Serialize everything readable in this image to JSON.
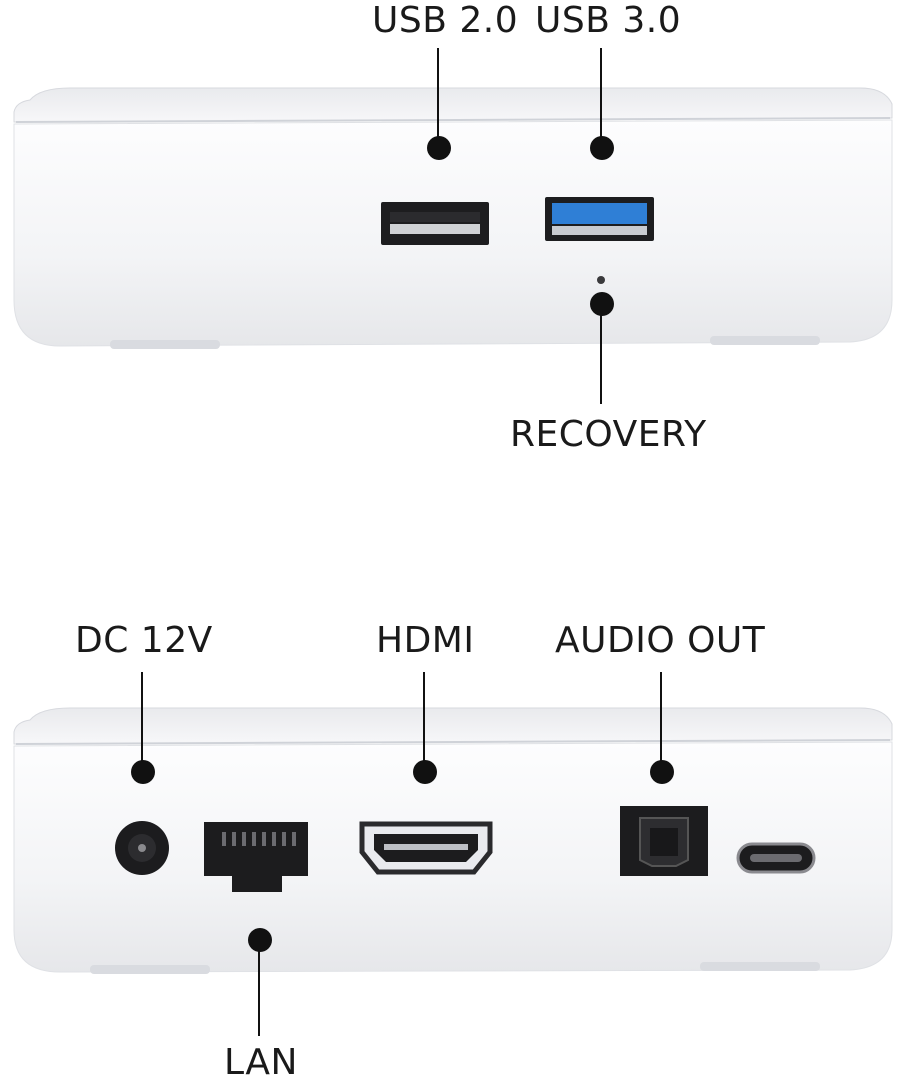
{
  "front_view": {
    "labels": {
      "usb2": "USB 2.0",
      "usb3": "USB 3.0",
      "recovery": "RECOVERY"
    }
  },
  "back_view": {
    "labels": {
      "dc": "DC 12V",
      "hdmi": "HDMI",
      "audio": "AUDIO OUT",
      "lan": "LAN"
    }
  },
  "colors": {
    "device_body": "#f4f5f7",
    "usb3_port": "#2f7fd6",
    "port_black": "#1a1a1a",
    "callout": "#111111"
  }
}
